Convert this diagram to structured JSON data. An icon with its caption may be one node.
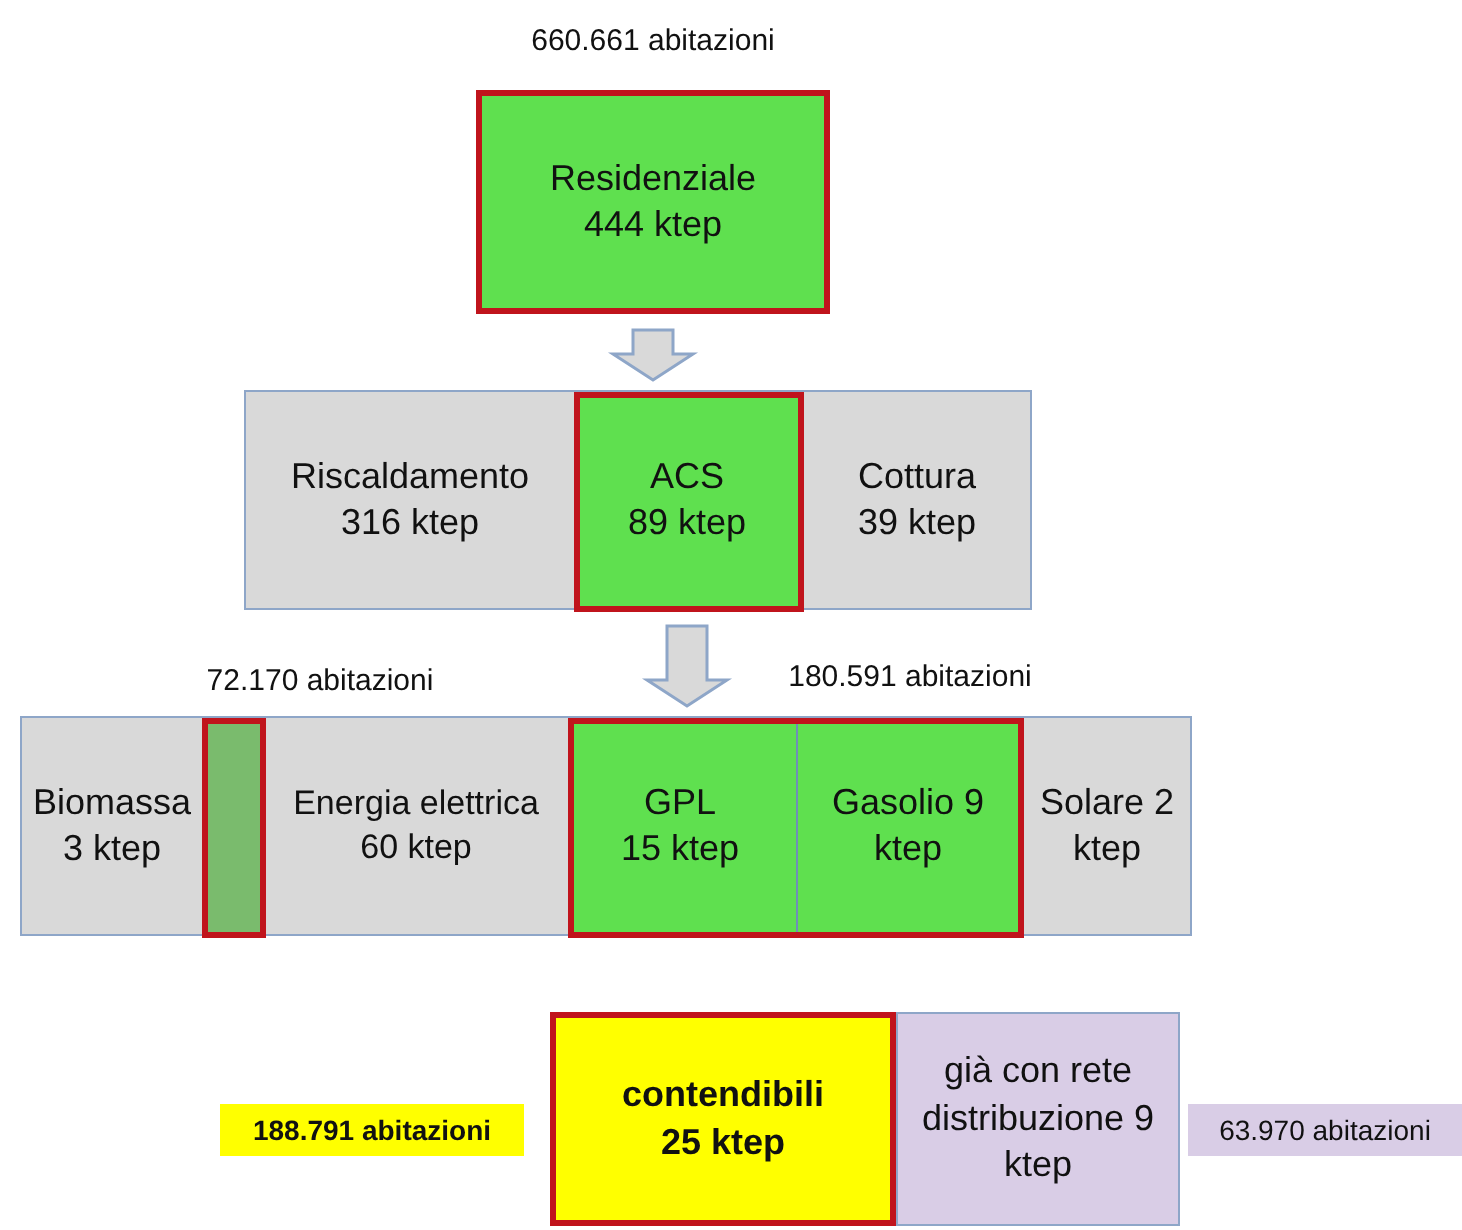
{
  "diagram": {
    "nodes": [
      {
        "text": [
          "Residenziale 444 ktep"
        ],
        "beside": [
          "660.661 abitazioni"
        ]
      },
      {
        "text": [
          "Riscaldamento 316 ktep",
          "Cottura 39 ktep"
        ]
      },
      {
        "text": [
          "ACS 89 ktep"
        ],
        "in": 1
      },
      {
        "text": [
          "Biomassa 3 ktep",
          "Energia elettrica 60 ktep",
          "Solare 2 ktep"
        ]
      },
      {
        "text": [],
        "shape": "box",
        "in": 3,
        "beside": [
          "72.170 abitazioni"
        ]
      },
      {
        "text": [],
        "shape": "box",
        "in": 3,
        "beside": [
          "180.591 abitazioni"
        ]
      },
      {
        "text": [
          "GPL 15 ktep"
        ],
        "in": 5
      },
      {
        "text": [
          "Gasolio 9 ktep"
        ],
        "in": 5
      },
      {
        "text": [
          "188.791 abitazioni"
        ]
      },
      {
        "text": [
          "contendibili 25 ktep"
        ]
      },
      {
        "text": [
          "già con rete distribuzione 9 ktep"
        ]
      },
      {
        "text": [
          "63.970 abitazioni"
        ]
      }
    ],
    "edges": [
      {
        "from": 0,
        "to": 1,
        "arrow": "to"
      },
      {
        "from": 2,
        "to": 3,
        "arrow": "to"
      }
    ]
  }
}
